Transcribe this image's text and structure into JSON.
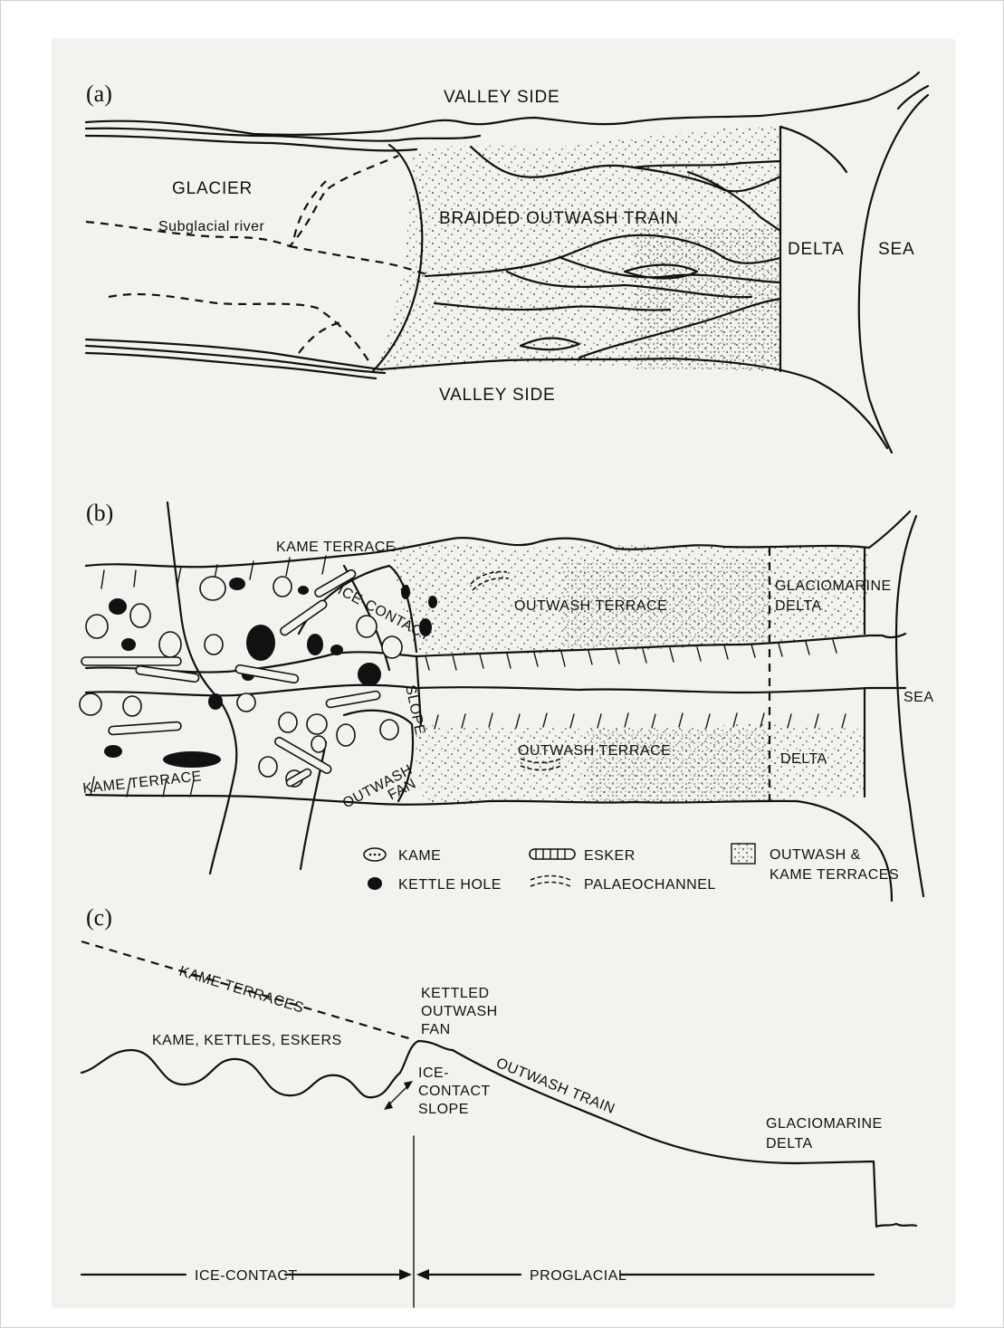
{
  "panels": {
    "a": {
      "label": "(a)",
      "valley_side_top": "VALLEY SIDE",
      "valley_side_bottom": "VALLEY SIDE",
      "glacier": "GLACIER",
      "subglacial_river": "Subglacial river",
      "braided": "BRAIDED OUTWASH TRAIN",
      "delta": "DELTA",
      "sea": "SEA"
    },
    "b": {
      "label": "(b)",
      "kame_terrace_top": "KAME TERRACE",
      "ice_contact": "ICE-CONTACT",
      "slope": "SLOPE",
      "outwash_terrace_top": "OUTWASH TERRACE",
      "outwash_terrace_bottom": "OUTWASH TERRACE",
      "glaciomarine_delta_1": "GLACIOMARINE",
      "glaciomarine_delta_2": "DELTA",
      "sea": "SEA",
      "delta": "DELTA",
      "kame_terrace_bottom": "KAME TERRACE",
      "outwash_fan_1": "OUTWASH",
      "outwash_fan_2": "FAN"
    },
    "c": {
      "label": "(c)",
      "kame_terraces": "KAME TERRACES",
      "kame_kettles_eskers": "KAME, KETTLES, ESKERS",
      "kettled_1": "KETTLED",
      "kettled_2": "OUTWASH",
      "kettled_3": "FAN",
      "ice_contact_slope_1": "ICE-",
      "ice_contact_slope_2": "CONTACT",
      "ice_contact_slope_3": "SLOPE",
      "outwash_train": "OUTWASH TRAIN",
      "glaciomarine_1": "GLACIOMARINE",
      "glaciomarine_2": "DELTA",
      "ice_contact_zone": "ICE-CONTACT",
      "proglacial_zone": "PROGLACIAL"
    }
  },
  "legend": {
    "kame": "KAME",
    "kettle_hole": "KETTLE HOLE",
    "esker": "ESKER",
    "palaeochannel": "PALAEOCHANNEL",
    "outwash_1": "OUTWASH &",
    "outwash_2": "KAME TERRACES"
  }
}
